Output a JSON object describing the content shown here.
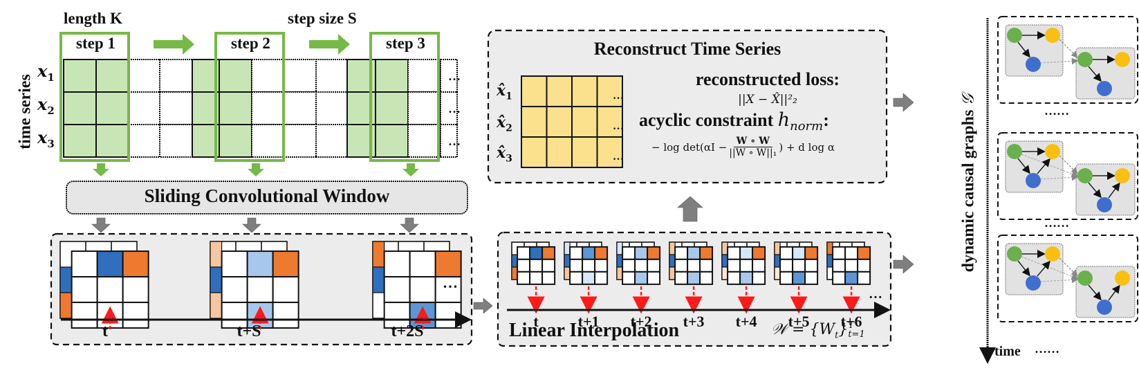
{
  "input_section": {
    "vertical_label": "time series",
    "length_label": "length K",
    "step_size_label": "step size S",
    "steps": [
      "step 1",
      "step 2",
      "step 3"
    ],
    "series_labels": [
      {
        "base": "x",
        "sub": "1"
      },
      {
        "base": "x",
        "sub": "2"
      },
      {
        "base": "x",
        "sub": "3"
      }
    ],
    "ellipsis": "…"
  },
  "sliding_window": {
    "title": "Sliding Convolutional Window",
    "time_labels": [
      "t",
      "t+S",
      "t+2S"
    ],
    "ellipsis": "…"
  },
  "reconstruct": {
    "title": "Reconstruct Time Series",
    "series_labels": [
      {
        "base": "x̂",
        "sub": "1"
      },
      {
        "base": "x̂",
        "sub": "2"
      },
      {
        "base": "x̂",
        "sub": "3"
      }
    ],
    "ellipsis": "…",
    "loss_label": "reconstructed loss:",
    "loss_formula": "||X − X̂||²₂",
    "constraint_label": "acyclic constraint",
    "constraint_symbol": "h",
    "constraint_sub": "norm",
    "constraint_formula_left": "− log det(αI −",
    "constraint_frac_num": "W ∘ W",
    "constraint_frac_den": "||W ∘ W||₁",
    "constraint_formula_right": ") + d log α"
  },
  "interpolation": {
    "title": "Linear Interpolation",
    "formula": "𝒲 = {W",
    "formula_sub": "t",
    "formula_tail": "}",
    "formula_sup": "T",
    "formula_lower": "t=1",
    "time_labels": [
      "t",
      "t+1",
      "t+2",
      "t+3",
      "t+4",
      "t+5",
      "t+6"
    ],
    "ellipsis": "…"
  },
  "causal_graphs": {
    "vertical_label": "dynamic causal graphs",
    "symbol": "𝒢",
    "time_label": "time",
    "dots": "……",
    "node_colors": {
      "green": "#6ab04c",
      "yellow": "#f9c012",
      "blue": "#3f6fce"
    }
  },
  "colors": {
    "window_green": "#76b947",
    "cell_green": "#c8e6b5",
    "cell_yellow": "#fbe08d",
    "orange": "#ee7a2f",
    "light_orange": "#f7c7a1",
    "dark_blue": "#2f6fbd",
    "mid_blue": "#5b97d6",
    "light_blue": "#a7c8ec",
    "pale_blue": "#d6e7f7",
    "panel_gray": "#ececec",
    "arrow_gray": "#7f7f7f",
    "red_arrow": "#ff1a1a"
  }
}
